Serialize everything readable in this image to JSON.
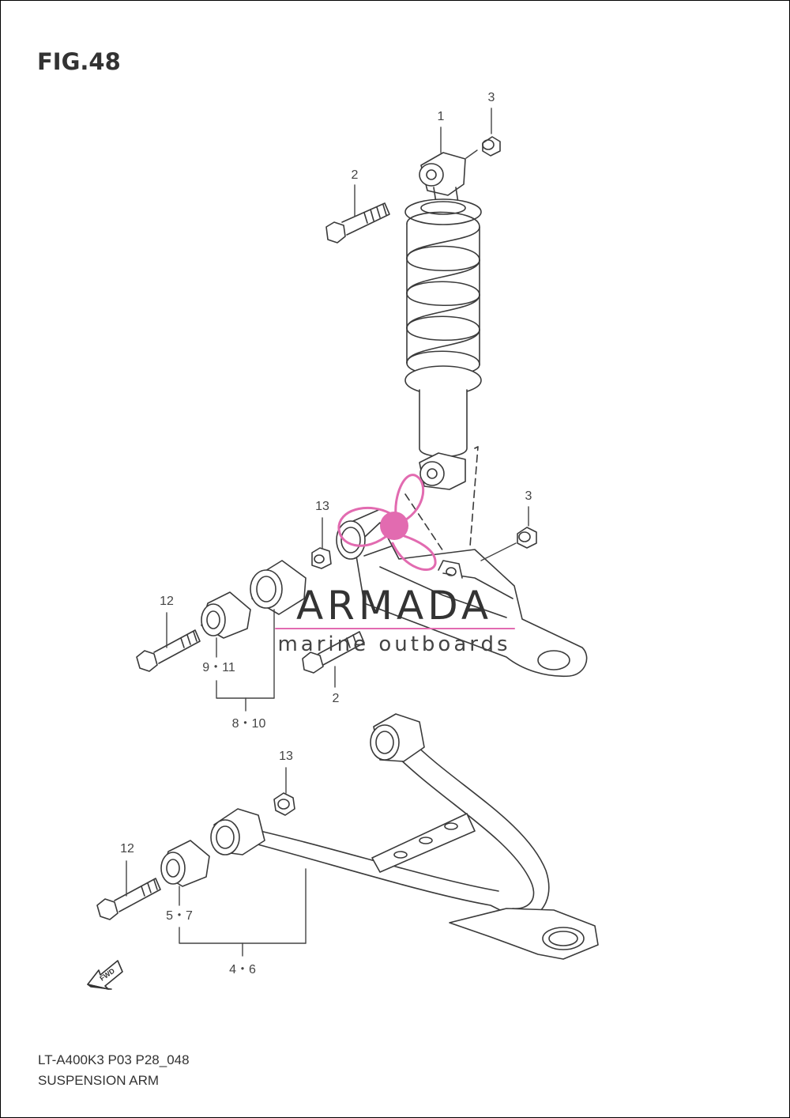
{
  "figure": {
    "title": "FIG.48",
    "model_code": "LT-A400K3 P03 P28_048",
    "section_name": "SUSPENSION ARM"
  },
  "callouts": [
    "1",
    "3",
    "2",
    "13",
    "3",
    "12",
    "9・11",
    "2",
    "8・10",
    "13",
    "12",
    "5・7",
    "4・6"
  ],
  "direction_marker": {
    "text": "FWD",
    "icon": "forward-arrow-icon"
  },
  "watermark": {
    "brand": "ARMADA",
    "tagline": "marine outboards",
    "icon": "propeller-logo-icon",
    "colors": {
      "brand": "#333333",
      "logo": "#e26bb0",
      "line": "#e26bb0"
    }
  },
  "colors": {
    "line": "#3a3a3a",
    "text": "#333333"
  }
}
